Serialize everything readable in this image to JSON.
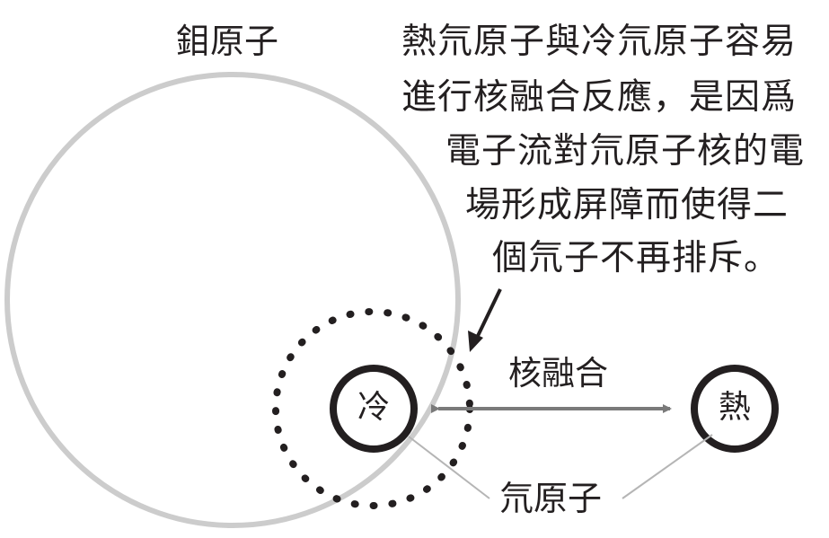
{
  "atom_label": "鉬原子",
  "callout": {
    "lines": [
      "熱氘原子與冷氘原子容易",
      "進行核融合反應，是因爲",
      "電子流對氘原子核的電",
      "場形成屏障而使得二",
      "個氘子不再排斥。"
    ]
  },
  "fusion_label": "核融合",
  "cold_label": "冷",
  "hot_label": "熱",
  "deuterium_label": "氘原子",
  "colors": {
    "ink": "#231f20",
    "grey_circle": "#cccccc",
    "arrow_grey": "#7a7a7a",
    "pointer_line": "#b5b5b5"
  }
}
